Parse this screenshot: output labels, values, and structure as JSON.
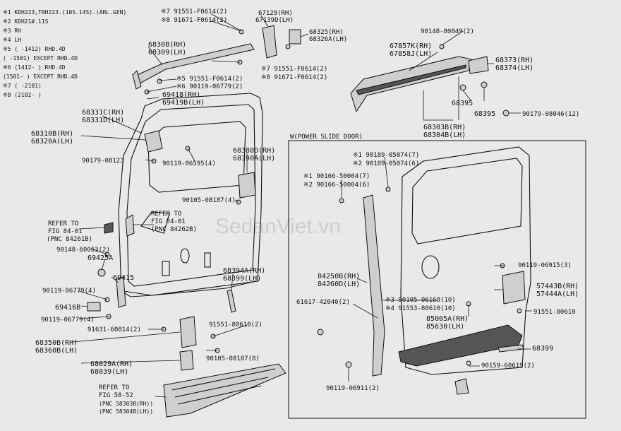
{
  "notes": [
    "※1 KDH223,TRH223.(10S.14S).(ARL.GEN)",
    "※2 KDH21#.11S",
    "※3 RH",
    "※4 LH",
    "※5 (      -1412) RHD.4D",
    "   (      -1501) EXCEPT RHD.4D",
    "※6 (1412-      ) RHD.4D",
    "   (1501-      ) EXCEPT RHD.4D",
    "※7 (      -2101)",
    "※8 (2102-      )"
  ],
  "labels": {
    "p91551_top": "※7 91551-F0614(2)",
    "p91671_top": "※8 91671-F0614(2)",
    "p67129": "67129(RH)",
    "p67139": "67139D(LH)",
    "p68325": "68325(RH)",
    "p68326": "68326A(LH)",
    "p68308": "68308(RH)",
    "p68309": "68309(LH)",
    "p91551_r": "※7 91551-F0614(2)",
    "p91671_r": "※8 91671-F0614(2)",
    "p91551_5": "※5 91551-F0614(2)",
    "p90119_6": "※6 90119-06779(2)",
    "p69418": "69418(RH)",
    "p69419": "69419B(LH)",
    "p68331": "68331C(RH)",
    "p68331d": "68331D(LH)",
    "p68310": "68310B(RH)",
    "p68320": "68320A(LH)",
    "p90179_08123": "90179-08123",
    "p90119_06595": "90119-06595(4)",
    "p68380": "68380D(RH)",
    "p68390": "68390A(LH)",
    "p90105_08187_4": "90105-08187(4)",
    "refer1_a": "REFER TO",
    "refer1_b": "FIG 84-01",
    "refer1_c": "(PNC 84261B)",
    "refer2_a": "REFER TO",
    "refer2_b": "FIG 84-01",
    "refer2_c": "(PNC 84262B)",
    "p90148_60063": "90148-60063(2)",
    "p69425": "69425A",
    "p69415": "69415",
    "p90119_06779_4a": "90119-06779(4)",
    "p69416": "69416B",
    "p90119_06779_4b": "90119-06779(4)",
    "p68394": "68394A(RH)",
    "p68399_lh": "68399(LH)",
    "p91551_80610": "91551-80610(2)",
    "p91631": "91631-60814(2)",
    "p68350": "68350B(RH)",
    "p68360": "68360B(LH)",
    "p90105_08187_8": "90105-08187(8)",
    "p68029": "68029A(RH)",
    "p68039": "68039(LH)",
    "refer3_a": "REFER TO",
    "refer3_b": "FIG 58-52",
    "refer3_c": "(PNC 58303B(RH))",
    "refer3_d": "(PNC 58304B(LH))",
    "p90148_80049": "90148-80049(2)",
    "p67857": "67857K(RH)",
    "p67858": "67858J(LH)",
    "p68373": "68373(RH)",
    "p68374": "68374(LH)",
    "p68395a": "68395",
    "p68395b": "68395",
    "p90179_08046": "90179-08046(12)",
    "p68303": "68303B(RH)",
    "p68304": "68304B(LH)",
    "w_title": "W(POWER SLIDE DOOR)",
    "w_90189_7": "※1 90189-05074(7)",
    "w_90189_6": "※2 90189-05074(6)",
    "w_90166_7": "※1 90166-50004(7)",
    "w_90166_6": "※2 90166-50004(6)",
    "w_84250": "84250B(RH)",
    "w_84260": "84260D(LH)",
    "w_61617": "61617-42040(2)",
    "w_90105": "※3 90105-06168(10)",
    "w_91553": "※4 91553-80610(10)",
    "w_85005": "85005A(RH)",
    "w_85630": "85630(LH)",
    "w_90119_06915": "90119-06915(3)",
    "w_57443": "57443B(RH)",
    "w_57444": "57444A(LH)",
    "w_91551_80610": "91551-80610",
    "w_68399": "68399",
    "w_90159": "90159-60619(2)",
    "w_90119_06911": "90119-06911(2)"
  },
  "watermark": "SedanViet.vn"
}
